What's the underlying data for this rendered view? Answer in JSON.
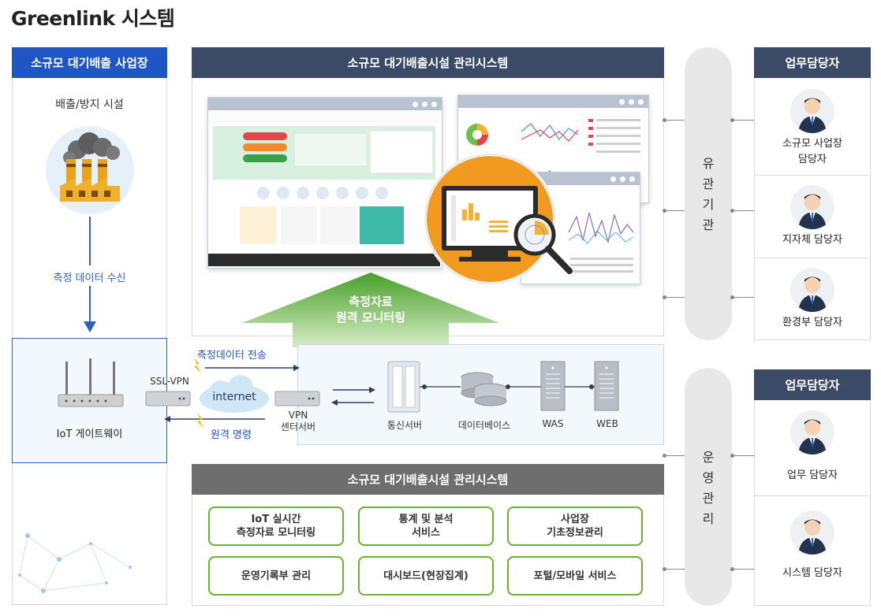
{
  "title": "Greenlink 시스템",
  "site": {
    "header": "소규모 대기배출 사업장",
    "facility": "배출/방지 시설",
    "receive": "측정 데이터 수신",
    "gateway": "IoT 게이트웨이"
  },
  "system_top": {
    "header": "소규모 대기배출시설 관리시스템",
    "monitoring": [
      "측정자료",
      "원격 모니터링"
    ]
  },
  "network": {
    "ssl_vpn": "SSL-VPN",
    "internet": "internet",
    "vpn_server": [
      "VPN",
      "센터서버"
    ],
    "send": "측정데이터 전송",
    "remote": "원격 명령",
    "servers": [
      "통신서버",
      "데이터베이스",
      "WAS",
      "WEB"
    ]
  },
  "system_bottom": {
    "header": "소규모 대기배출시설 관리시스템",
    "functions": [
      "IoT 실시간\n측정자료 모니터링",
      "통계 및 분석\n서비스",
      "사업장\n기초정보관리",
      "운영기록부 관리",
      "대시보드(현장집계)",
      "포털/모바일 서비스"
    ]
  },
  "pills": {
    "related": "유\n관\n기\n관",
    "operation": "운\n영\n관\n리"
  },
  "staff_top": {
    "header": "업무담당자",
    "people": [
      "소규모 사업장\n담당자",
      "지자체 담당자",
      "환경부 담당자"
    ]
  },
  "staff_bottom": {
    "header": "업무담당자",
    "people": [
      "업무 담당자",
      "시스템 담당자"
    ]
  },
  "colors": {
    "blue": "#1f55c4",
    "navy": "#3b4b67",
    "green": "#6ab232",
    "orange": "#f29a1f"
  }
}
